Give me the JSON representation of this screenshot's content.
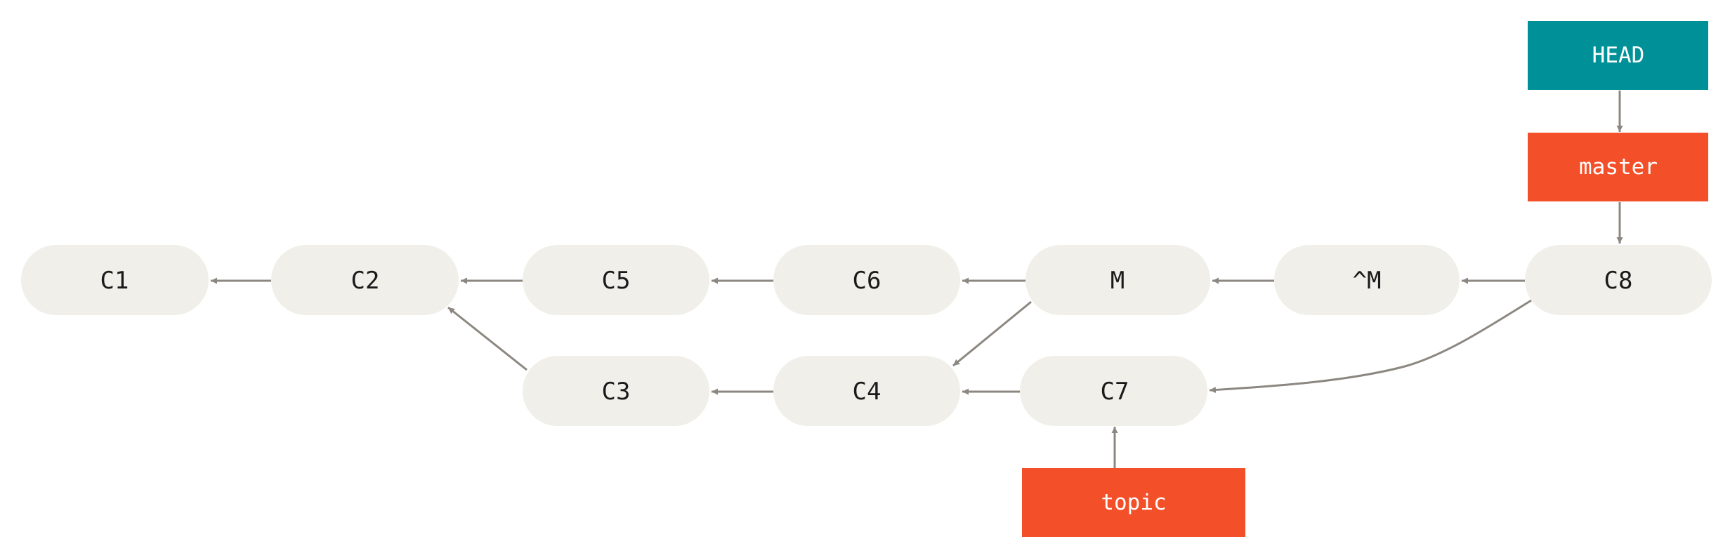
{
  "colors": {
    "commit_fill": "#f0efe9",
    "commit_text": "#1a1a1a",
    "edge": "#8c8780",
    "branch_fill": "#f34f29",
    "head_fill": "#009097",
    "ref_text": "#ffffff"
  },
  "commits": [
    {
      "id": "c1",
      "label": "C1"
    },
    {
      "id": "c2",
      "label": "C2"
    },
    {
      "id": "c5",
      "label": "C5"
    },
    {
      "id": "c6",
      "label": "C6"
    },
    {
      "id": "m",
      "label": "M"
    },
    {
      "id": "revert-m",
      "label": "^M"
    },
    {
      "id": "c8",
      "label": "C8"
    },
    {
      "id": "c3",
      "label": "C3"
    },
    {
      "id": "c4",
      "label": "C4"
    },
    {
      "id": "c7",
      "label": "C7"
    }
  ],
  "refs": [
    {
      "id": "head",
      "label": "HEAD",
      "kind": "head"
    },
    {
      "id": "master",
      "label": "master",
      "kind": "branch"
    },
    {
      "id": "topic",
      "label": "topic",
      "kind": "branch"
    }
  ],
  "edges": [
    {
      "from": "c2",
      "to": "c1"
    },
    {
      "from": "c5",
      "to": "c2"
    },
    {
      "from": "c6",
      "to": "c5"
    },
    {
      "from": "m",
      "to": "c6"
    },
    {
      "from": "revert-m",
      "to": "m"
    },
    {
      "from": "c8",
      "to": "revert-m"
    },
    {
      "from": "c3",
      "to": "c2"
    },
    {
      "from": "c4",
      "to": "c3"
    },
    {
      "from": "c7",
      "to": "c4"
    },
    {
      "from": "m",
      "to": "c4"
    },
    {
      "from": "c8",
      "to": "c7"
    },
    {
      "from": "head",
      "to": "master"
    },
    {
      "from": "master",
      "to": "c8"
    },
    {
      "from": "topic",
      "to": "c7"
    }
  ]
}
